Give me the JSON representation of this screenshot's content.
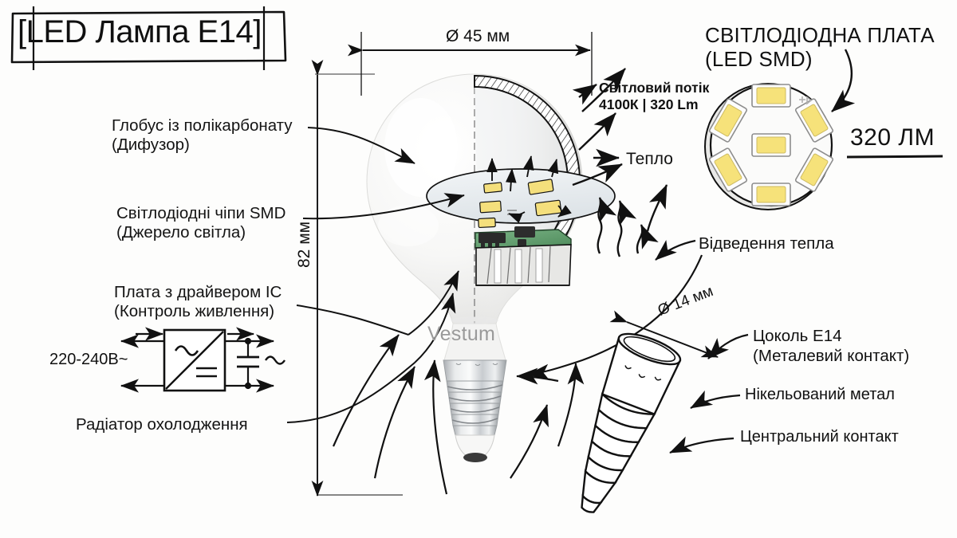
{
  "title": {
    "text": "[LED Лампа E14]"
  },
  "labels": {
    "globe": "Глобус із полікарбонату\n(Дифузор)",
    "smd_chips": "Світлодіодні чіпи SMD\n(Джерело світла)",
    "driver": "Плата з драйвером IC\n(Контроль живлення)",
    "radiator": "Радіатор охолодження",
    "voltage": "220-240В~",
    "heat": "Тепло",
    "flux": "Світловий потік\n4100К | 320 Lm",
    "heat_dissipation": "Відведення тепла",
    "base_e14": "Цоколь E14\n(Металевий контакт)",
    "nickel": "Нікельований метал",
    "central_contact": "Центральний контакт"
  },
  "dimensions": {
    "diameter_globe": "Ø 45 мм",
    "height_total": "82 мм",
    "diameter_base": "Ø 14 мм"
  },
  "led_board": {
    "title": "СВІТЛОДІОДНА ПЛАТА\n(LED SMD)",
    "lumens": "320 ЛМ",
    "chip_count": 7,
    "chip_color": "#f6e27a",
    "pcb_color": "#ffffff"
  },
  "product": {
    "brand": "Vestum"
  },
  "colors": {
    "background": "#fdfdfc",
    "ink": "#111111",
    "globe_white": "#f5f5f4",
    "pcb_green": "#5f9e6a",
    "metal_base": "#c9cbcd",
    "led_yellow": "#f4df7c",
    "brand_gray": "#9a9a9a"
  }
}
